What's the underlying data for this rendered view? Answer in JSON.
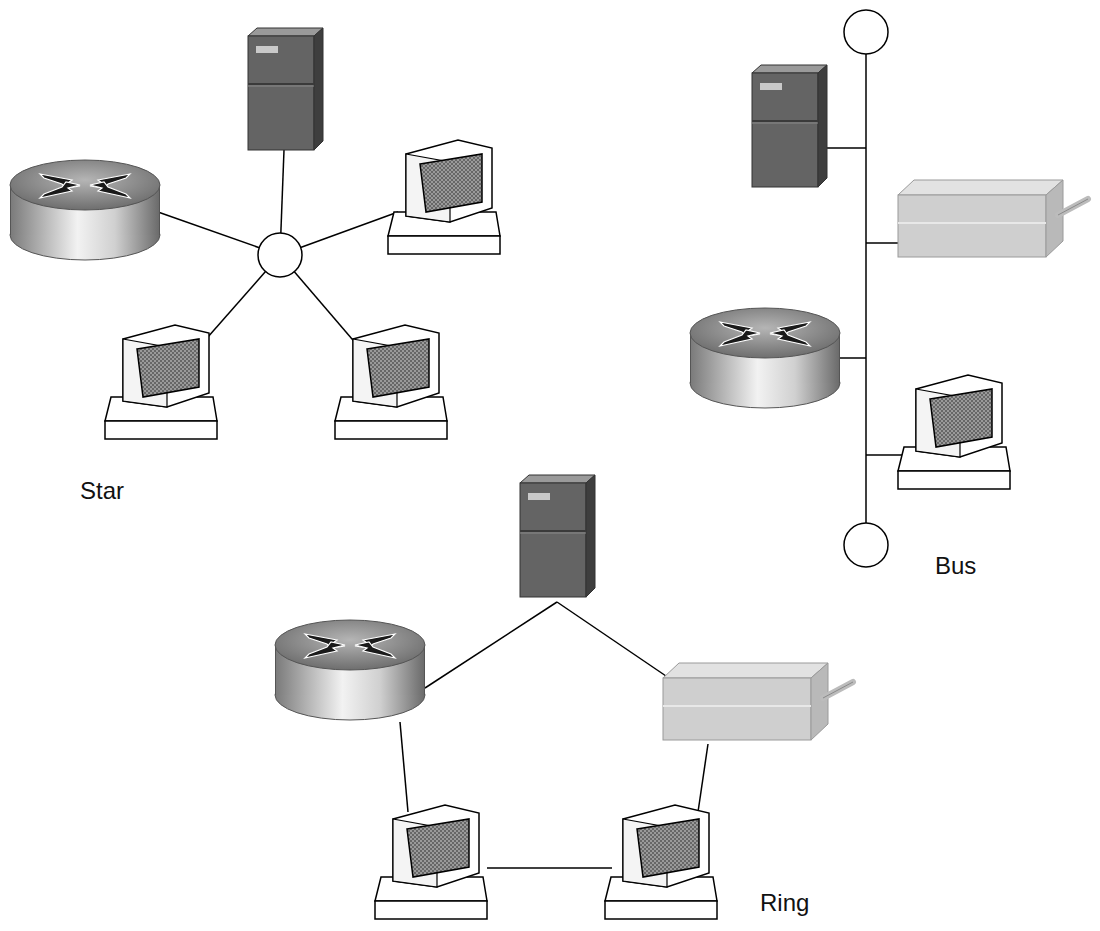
{
  "diagram": {
    "labels": [
      "Star",
      "Bus",
      "Ring"
    ]
  }
}
